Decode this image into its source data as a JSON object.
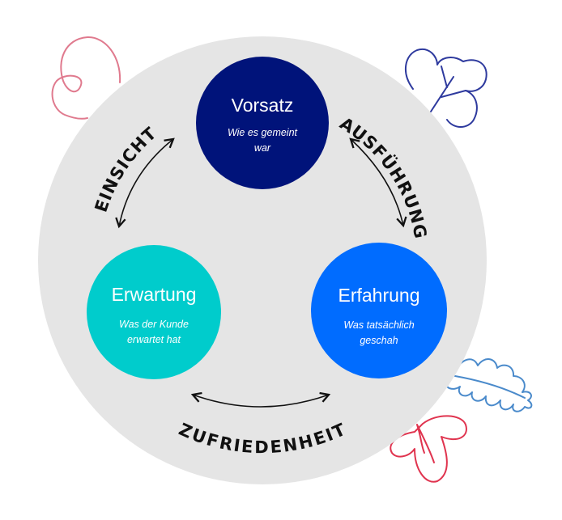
{
  "nodes": {
    "vorsatz": {
      "title": "Vorsatz",
      "subtitle_line1": "Wie es gemeint",
      "subtitle_line2": "war",
      "color": "#00137A"
    },
    "erwartung": {
      "title": "Erwartung",
      "subtitle_line1": "Was der Kunde",
      "subtitle_line2": "erwartet hat",
      "color": "#00CCCC"
    },
    "erfahrung": {
      "title": "Erfahrung",
      "subtitle_line1": "Was tatsächlich",
      "subtitle_line2": "geschah",
      "color": "#006CFF"
    }
  },
  "links": {
    "einsicht": "EINSICHT",
    "ausfuehrung": "AUSFÜHRUNG",
    "zufriedenheit": "ZUFRIEDENHEIT"
  },
  "colors": {
    "background_circle": "#E5E5E5",
    "doodle_pink": "#E07A8E",
    "doodle_navy": "#2E3A9E",
    "doodle_blue": "#4A8ACB",
    "doodle_red": "#E0344F"
  }
}
